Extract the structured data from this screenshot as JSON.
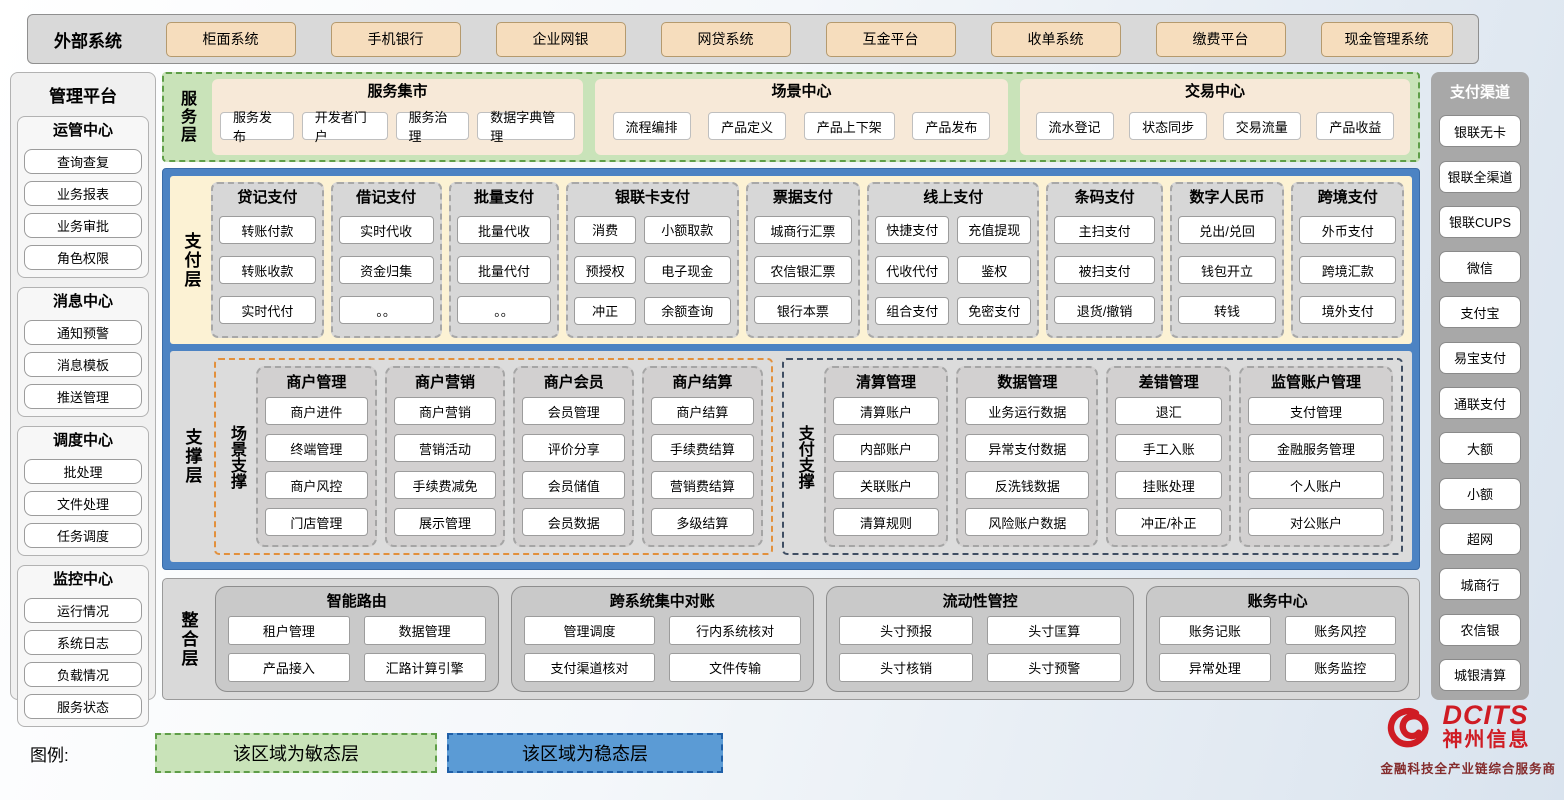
{
  "external_systems": {
    "label": "外部系统",
    "items": [
      "柜面系统",
      "手机银行",
      "企业网银",
      "网贷系统",
      "互金平台",
      "收单系统",
      "缴费平台",
      "现金管理系统"
    ]
  },
  "management_platform": {
    "title": "管理平台",
    "groups": [
      {
        "title": "运管中心",
        "items": [
          "查询查复",
          "业务报表",
          "业务审批",
          "角色权限"
        ]
      },
      {
        "title": "消息中心",
        "items": [
          "通知预警",
          "消息模板",
          "推送管理"
        ]
      },
      {
        "title": "调度中心",
        "items": [
          "批处理",
          "文件处理",
          "任务调度"
        ]
      },
      {
        "title": "监控中心",
        "items": [
          "运行情况",
          "系统日志",
          "负载情况",
          "服务状态"
        ]
      }
    ]
  },
  "service_layer": {
    "label": "服务层",
    "panels": [
      {
        "title": "服务集市",
        "items": [
          "服务发布",
          "开发者门户",
          "服务治理",
          "数据字典管理"
        ]
      },
      {
        "title": "场景中心",
        "items": [
          "流程编排",
          "产品定义",
          "产品上下架",
          "产品发布"
        ]
      },
      {
        "title": "交易中心",
        "items": [
          "流水登记",
          "状态同步",
          "交易流量",
          "产品收益"
        ]
      }
    ]
  },
  "payment_layer": {
    "label": "支付层",
    "groups": [
      {
        "title": "贷记支付",
        "items": [
          "转账付款",
          "转账收款",
          "实时代付"
        ]
      },
      {
        "title": "借记支付",
        "items": [
          "实时代收",
          "资金归集",
          "。。"
        ]
      },
      {
        "title": "批量支付",
        "items": [
          "批量代收",
          "批量代付",
          "。。"
        ]
      },
      {
        "title": "银联卡支付",
        "items": [
          "消费",
          "小额取款",
          "预授权",
          "电子现金",
          "冲正",
          "余额查询"
        ]
      },
      {
        "title": "票据支付",
        "items": [
          "城商行汇票",
          "农信银汇票",
          "银行本票"
        ]
      },
      {
        "title": "线上支付",
        "items": [
          "快捷支付",
          "充值提现",
          "代收代付",
          "鉴权",
          "组合支付",
          "免密支付"
        ]
      },
      {
        "title": "条码支付",
        "items": [
          "主扫支付",
          "被扫支付",
          "退货/撤销"
        ]
      },
      {
        "title": "数字人民币",
        "items": [
          "兑出/兑回",
          "钱包开立",
          "转钱"
        ]
      },
      {
        "title": "跨境支付",
        "items": [
          "外币支付",
          "跨境汇款",
          "境外支付"
        ]
      }
    ]
  },
  "support_layer": {
    "label": "支撑层",
    "scene_section": {
      "label": "场景支撑",
      "groups": [
        {
          "title": "商户管理",
          "items": [
            "商户进件",
            "终端管理",
            "商户风控",
            "门店管理"
          ]
        },
        {
          "title": "商户营销",
          "items": [
            "商户营销",
            "营销活动",
            "手续费减免",
            "展示管理"
          ]
        },
        {
          "title": "商户会员",
          "items": [
            "会员管理",
            "评价分享",
            "会员储值",
            "会员数据"
          ]
        },
        {
          "title": "商户结算",
          "items": [
            "商户结算",
            "手续费结算",
            "营销费结算",
            "多级结算"
          ]
        }
      ]
    },
    "payment_section": {
      "label": "支付支撑",
      "groups": [
        {
          "title": "清算管理",
          "items": [
            "清算账户",
            "内部账户",
            "关联账户",
            "清算规则"
          ]
        },
        {
          "title": "数据管理",
          "items": [
            "业务运行数据",
            "异常支付数据",
            "反洗钱数据",
            "风险账户数据"
          ]
        },
        {
          "title": "差错管理",
          "items": [
            "退汇",
            "手工入账",
            "挂账处理",
            "冲正/补正"
          ]
        },
        {
          "title": "监管账户管理",
          "items": [
            "支付管理",
            "金融服务管理",
            "个人账户",
            "对公账户"
          ]
        }
      ]
    }
  },
  "integration_layer": {
    "label": "整合层",
    "groups": [
      {
        "title": "智能路由",
        "items": [
          "租户管理",
          "数据管理",
          "产品接入",
          "汇路计算引擎"
        ]
      },
      {
        "title": "跨系统集中对账",
        "items": [
          "管理调度",
          "行内系统核对",
          "支付渠道核对",
          "文件传输"
        ]
      },
      {
        "title": "流动性管控",
        "items": [
          "头寸预报",
          "头寸匡算",
          "头寸核销",
          "头寸预警"
        ]
      },
      {
        "title": "账务中心",
        "items": [
          "账务记账",
          "账务风控",
          "异常处理",
          "账务监控"
        ]
      }
    ]
  },
  "payment_channels": {
    "title": "支付渠道",
    "items": [
      "银联无卡",
      "银联全渠道",
      "银联CUPS",
      "微信",
      "支付宝",
      "易宝支付",
      "通联支付",
      "大额",
      "小额",
      "超网",
      "城商行",
      "农信银",
      "城银清算"
    ]
  },
  "legend": {
    "label": "图例:",
    "agile": "该区域为敏态层",
    "stable": "该区域为稳态层"
  },
  "branding": {
    "logo": "DCITS",
    "company": "神州信息",
    "tagline": "金融科技全产业链综合服务商"
  },
  "colors": {
    "agile_green": "#c9e3b9",
    "green_border": "#5f9e48",
    "stable_blue": "#4c83c3",
    "legend_blue": "#5b9bd5",
    "tan_button": "#f6ddbd",
    "brand_red": "#cf1c24"
  }
}
